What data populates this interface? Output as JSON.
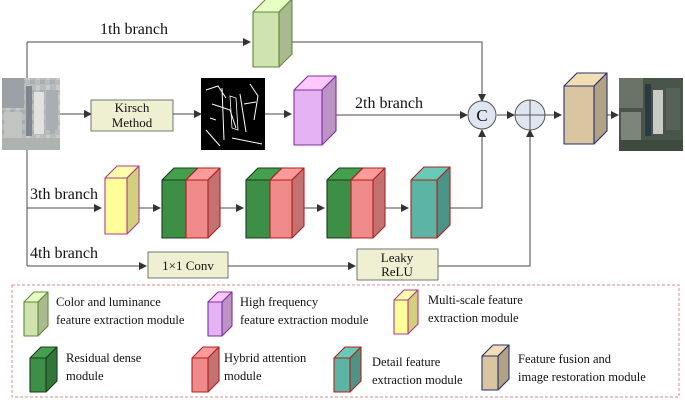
{
  "branches": {
    "b1": "1th branch",
    "b2": "2th branch",
    "b3": "3th branch",
    "b4": "4th branch"
  },
  "boxes": {
    "kirsch_line1": "Kirsch",
    "kirsch_line2": "Method",
    "conv": "1×1 Conv",
    "leaky_line1": "Leaky",
    "leaky_line2": "ReLU"
  },
  "ops": {
    "concat": "C"
  },
  "legend": {
    "color_lum_l1": "Color and luminance",
    "color_lum_l2": "feature extraction module",
    "high_freq_l1": "High frequency",
    "high_freq_l2": "feature extraction module",
    "multi_scale_l1": "Multi-scale feature",
    "multi_scale_l2": "extraction module",
    "residual_l1": "Residual dense",
    "residual_l2": "module",
    "hybrid_l1": "Hybrid attention",
    "hybrid_l2": "module",
    "detail_l1": "Detail feature",
    "detail_l2": "extraction module",
    "fusion_l1": "Feature  fusion and",
    "fusion_l2": "image restoration module"
  },
  "colors": {
    "green_light": "#cfe3ae",
    "violet": "#e6b3f2",
    "yellow": "#ffff99",
    "green_dark": "#3d8f45",
    "pink": "#ee8a8a",
    "teal": "#5cb5a4",
    "tan": "#d9c6a0",
    "box_fill": "#eff0d2"
  }
}
